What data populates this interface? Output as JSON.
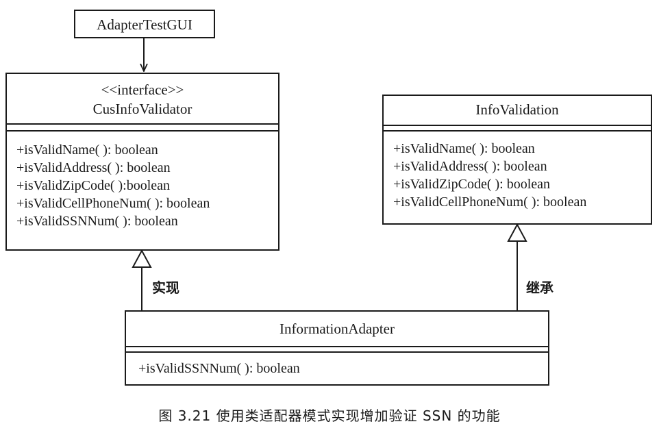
{
  "classes": {
    "adapter_test_gui": {
      "name": "AdapterTestGUI"
    },
    "cus_info_validator": {
      "stereotype": "<<interface>>",
      "name": "CusInfoValidator",
      "operations": [
        "+isValidName( ): boolean",
        "+isValidAddress( ): boolean",
        "+isValidZipCode( ):boolean",
        "+isValidCellPhoneNum( ): boolean",
        "+isValidSSNNum( ): boolean"
      ]
    },
    "info_validation": {
      "name": "InfoValidation",
      "operations": [
        "+isValidName( ): boolean",
        "+isValidAddress( ): boolean",
        "+isValidZipCode( ): boolean",
        "+isValidCellPhoneNum( ): boolean"
      ]
    },
    "information_adapter": {
      "name": "InformationAdapter",
      "operations": [
        "+isValidSSNNum( ): boolean"
      ]
    }
  },
  "relations": {
    "realization_label": "实现",
    "inheritance_label": "继承"
  },
  "caption": "图 3.21   使用类适配器模式实现增加验证 SSN 的功能"
}
